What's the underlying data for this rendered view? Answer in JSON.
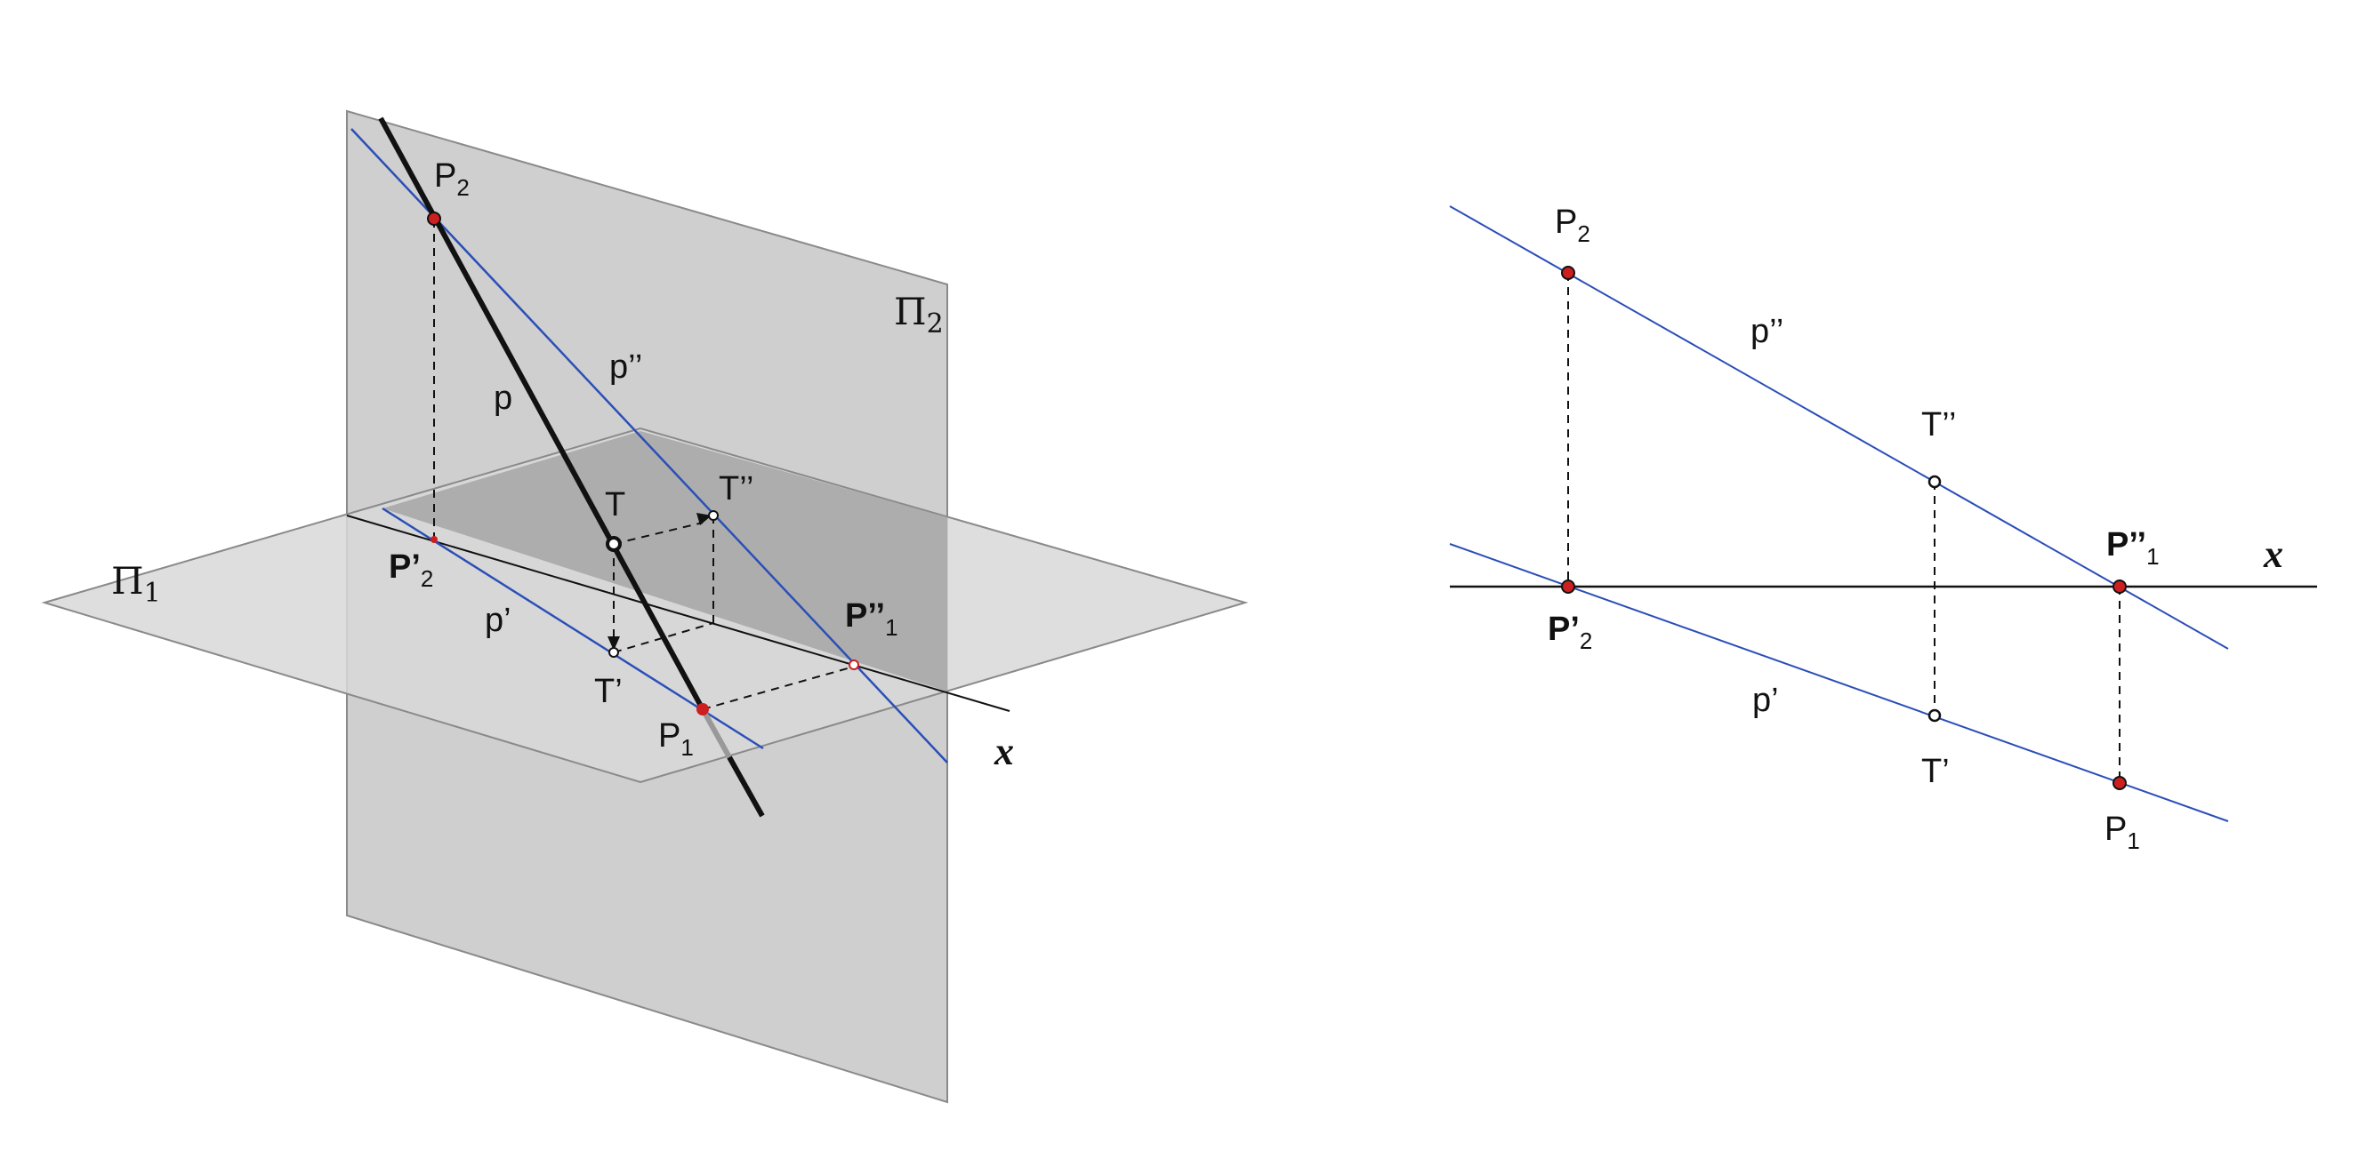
{
  "planes": {
    "horizontal": "Π",
    "horizontal_index": "1",
    "vertical": "Π",
    "vertical_index": "2"
  },
  "axis_label": "x",
  "lines": {
    "space": "p",
    "horizontal_projection": "p’",
    "vertical_projection": "p’’"
  },
  "points": {
    "vertical_trace": {
      "base": "P",
      "index": "2"
    },
    "vertical_trace_projection": {
      "base": "P’",
      "index": "2"
    },
    "horizontal_trace": {
      "base": "P",
      "index": "1"
    },
    "horizontal_trace_projection": {
      "base": "P’’",
      "index": "1"
    },
    "point": "T",
    "point_horizontal_projection": "T’",
    "point_vertical_projection": "T’’"
  },
  "colors": {
    "projection_line": "#2b4fb8",
    "trace_point": "#cc1f1f",
    "space_line": "#111111",
    "plane_fill": "#cccccc",
    "plane_overlap": "#aaaaaa"
  }
}
